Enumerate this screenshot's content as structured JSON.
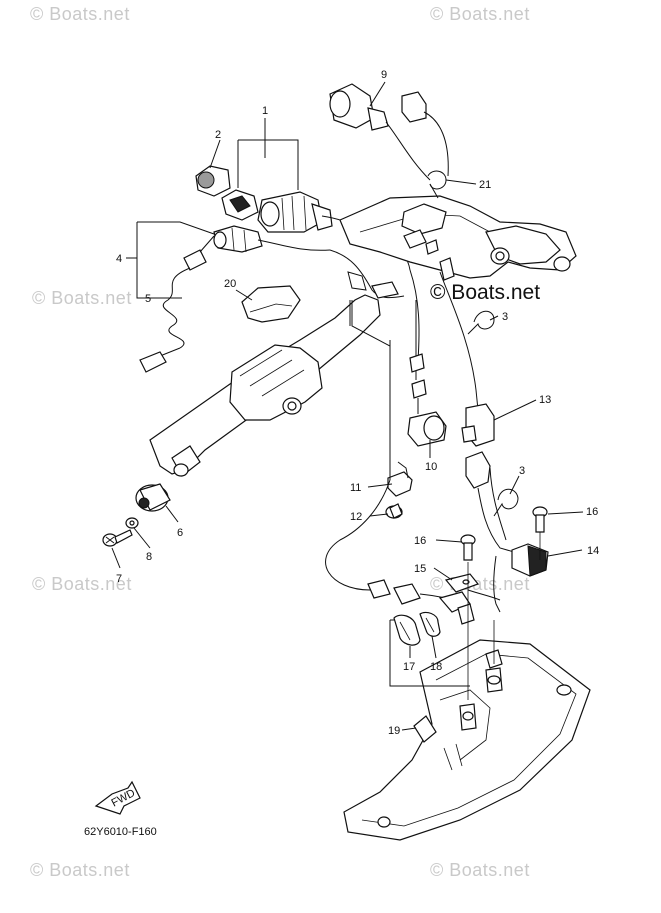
{
  "watermarks": [
    "© Boats.net",
    "© Boats.net",
    "© Boats.net",
    "© Boats.net",
    "© Boats.net",
    "© Boats.net",
    "© Boats.net",
    "© Boats.net"
  ],
  "brand_watermark": "© Boats.net",
  "diagram_code": "62Y6010-F160",
  "fwd_label": "FWD",
  "callouts": [
    "1",
    "2",
    "3",
    "3",
    "4",
    "5",
    "6",
    "7",
    "8",
    "9",
    "10",
    "11",
    "12",
    "13",
    "14",
    "15",
    "16",
    "16",
    "17",
    "18",
    "19",
    "20",
    "21"
  ]
}
